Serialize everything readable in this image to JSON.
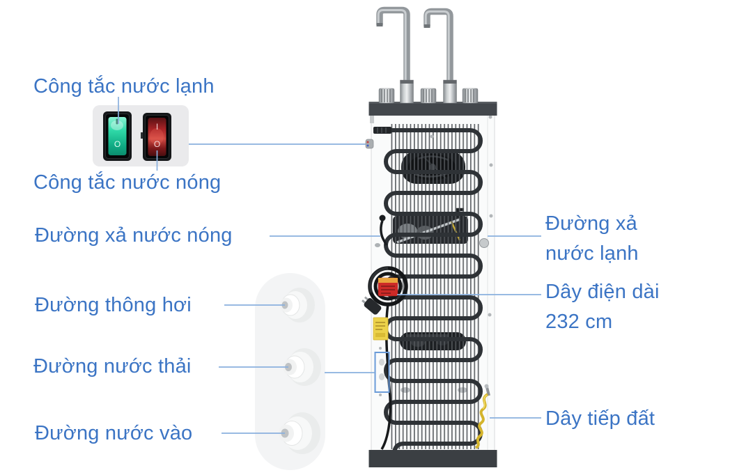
{
  "callouts": {
    "cold_switch": {
      "label": "Công tắc nước lạnh"
    },
    "hot_switch": {
      "label": "Công tắc nước nóng"
    },
    "hot_drain": {
      "label": "Đường xả nước nóng"
    },
    "vent": {
      "label": "Đường thông hơi"
    },
    "waste_water": {
      "label": "Đường nước thải"
    },
    "water_inlet": {
      "label": "Đường nước vào"
    },
    "cold_drain": {
      "lines": [
        "Đường xả",
        "nước lạnh"
      ]
    },
    "power_cord": {
      "lines": [
        "Dây điện dài",
        "232 cm"
      ]
    },
    "ground_wire": {
      "label": "Dây tiếp đất"
    }
  },
  "switches": {
    "green": {
      "marking_bottom": "O"
    },
    "red": {
      "marking_top": "I",
      "marking_bottom": "O"
    }
  },
  "colors": {
    "label_text": "#3b74c4",
    "callout_line": "#8ab0de",
    "switch_green": "#2fd9a8",
    "switch_red": "#c42a2e",
    "ground_wire_yellow": "#d4b42c",
    "device_dark": "#43474c"
  }
}
